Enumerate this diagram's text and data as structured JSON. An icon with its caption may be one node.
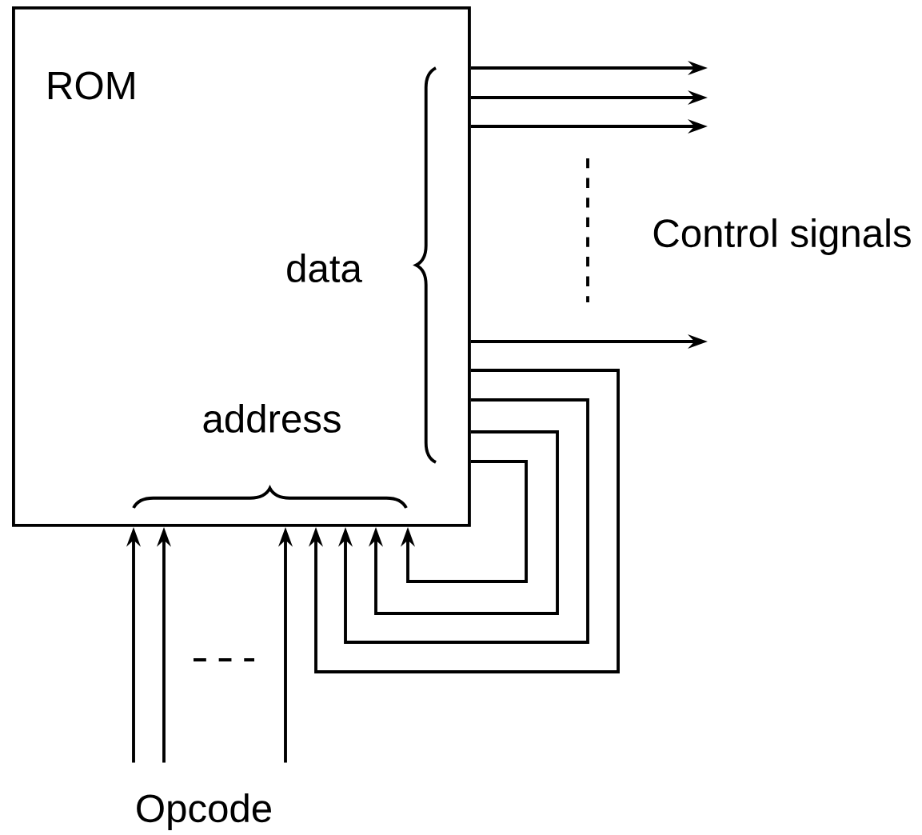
{
  "diagram": {
    "nodes": [
      {
        "text": [
          "ROM"
        ]
      },
      {
        "text": [
          "Opcode"
        ]
      }
    ],
    "edges": [
      {
        "from": 0,
        "to": null,
        "arrow": "to"
      },
      {
        "from": 0,
        "to": null,
        "arrow": "to"
      },
      {
        "from": 0,
        "to": null,
        "arrow": "to"
      },
      {
        "from": 0,
        "to": null,
        "arrow": "to"
      },
      {
        "from": 0,
        "to": 0,
        "arrow": "to"
      },
      {
        "from": 0,
        "to": 0,
        "arrow": "to"
      },
      {
        "from": 0,
        "to": 0,
        "arrow": "to"
      },
      {
        "from": 0,
        "to": 0,
        "arrow": "to"
      },
      {
        "from": 1,
        "to": 0,
        "arrow": "to"
      },
      {
        "from": 1,
        "to": 0,
        "arrow": "to"
      },
      {
        "from": 1,
        "to": 0,
        "arrow": "to"
      }
    ],
    "labels": [
      "data",
      "address",
      "Control signals"
    ]
  }
}
